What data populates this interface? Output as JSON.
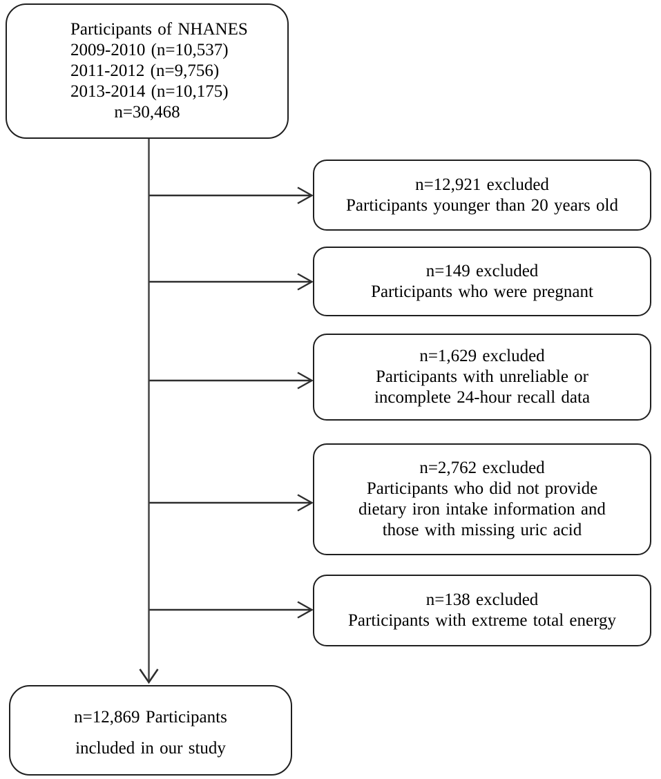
{
  "diagram": {
    "type": "participant-flow-chart",
    "colors": {
      "border": "#1f1f1f",
      "connector": "#2e2e2e",
      "flowline": "#4a4a4a",
      "text": "#000000",
      "background": "#ffffff"
    },
    "source_box": {
      "lines": [
        "Participants of NHANES",
        "2009-2010 (n=10,537)",
        "2011-2012 (n=9,756)",
        "2013-2014 (n=10,175)",
        "n=30,468"
      ]
    },
    "exclusion_boxes": [
      {
        "count": "n=12,921 excluded",
        "reasons": [
          "Participants younger than 20 years old"
        ]
      },
      {
        "count": "n=149 excluded",
        "reasons": [
          "Participants who were pregnant"
        ]
      },
      {
        "count": "n=1,629 excluded",
        "reasons": [
          "Participants with unreliable or",
          "incomplete 24-hour recall data"
        ]
      },
      {
        "count": "n=2,762 excluded",
        "reasons": [
          "Participants who did not provide",
          "dietary iron intake information and",
          "those with missing uric acid"
        ]
      },
      {
        "count": "n=138 excluded",
        "reasons": [
          "Participants with extreme total energy"
        ]
      }
    ],
    "final_box": {
      "lines": [
        "n=12,869 Participants",
        "included in our study"
      ]
    }
  }
}
